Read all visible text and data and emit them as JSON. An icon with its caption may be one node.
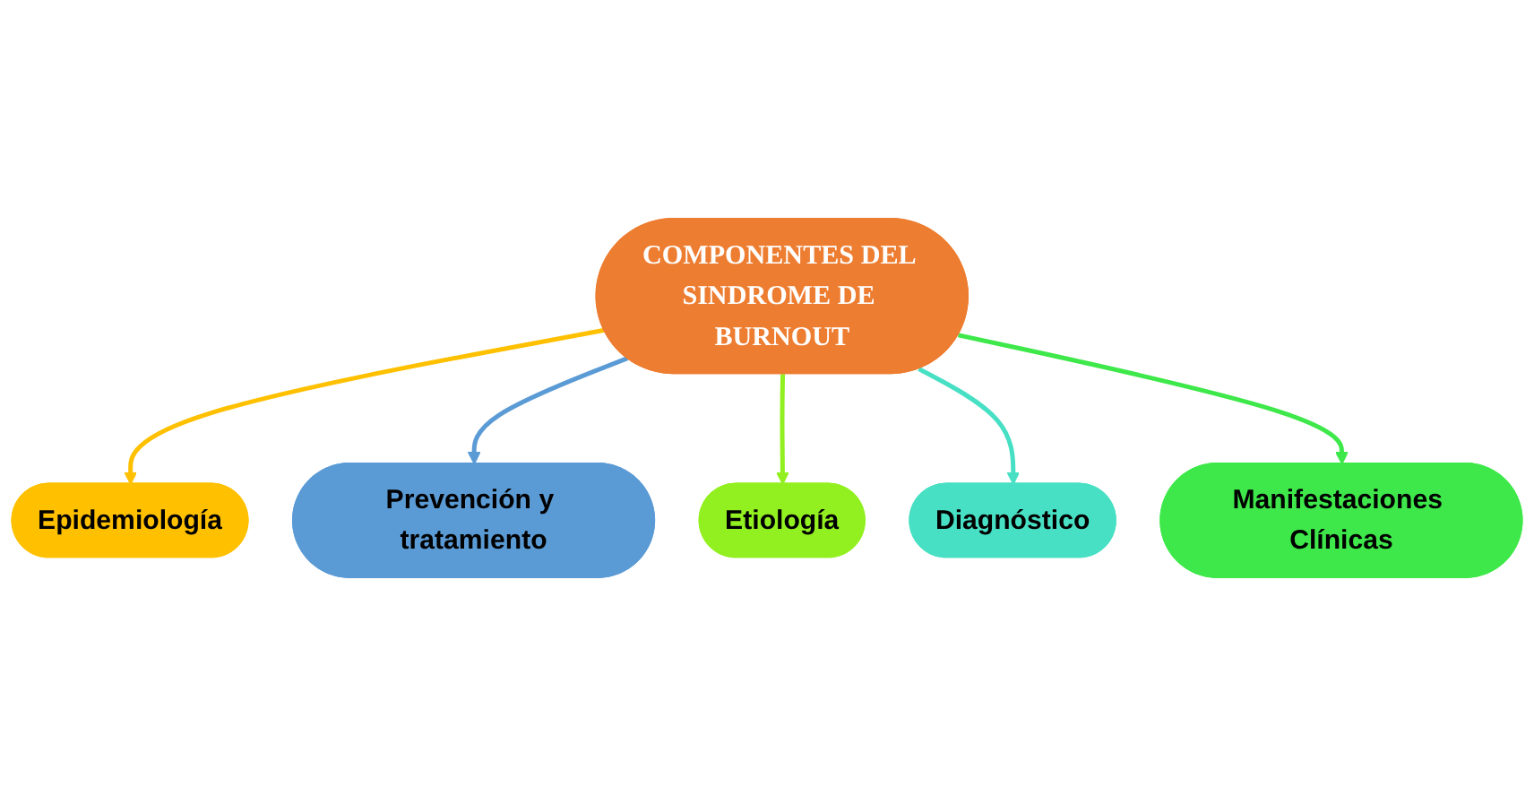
{
  "diagram": {
    "nodes": [
      {
        "text": [
          "Epidemiología"
        ]
      },
      {
        "text": [
          "Prevención y tratamiento"
        ]
      },
      {
        "text": [
          "Etiología"
        ]
      },
      {
        "text": [
          "COMPONENTES DEL SINDROME DE BURNOUT"
        ]
      },
      {
        "text": [
          "Diagnóstico"
        ]
      },
      {
        "text": [
          "Manifestaciones Clínicas"
        ]
      }
    ],
    "edges": [
      {
        "from": 3,
        "to": 0,
        "arrow": "to",
        "color": "#ffc000"
      },
      {
        "from": 3,
        "to": 1,
        "arrow": "to",
        "color": "#5b9bd5"
      },
      {
        "from": 3,
        "to": 2,
        "arrow": "to",
        "color": "#92f020"
      },
      {
        "from": 3,
        "to": 4,
        "arrow": "to",
        "color": "#48e0c4"
      },
      {
        "from": 3,
        "to": 5,
        "arrow": "to",
        "color": "#3ee84a"
      }
    ]
  }
}
